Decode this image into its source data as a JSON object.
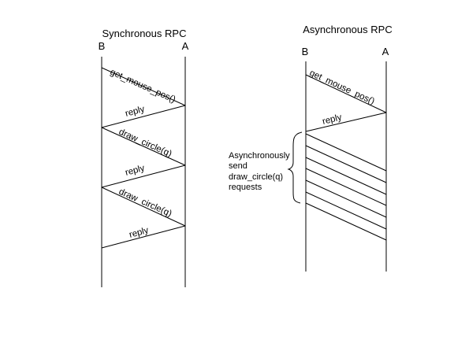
{
  "sync": {
    "title": "Synchronous RPC",
    "label_b": "B",
    "label_a": "A",
    "messages": [
      "get_mouse_pos()",
      "reply",
      "draw_circle(q)",
      "reply",
      "draw_circle(q)",
      "reply"
    ]
  },
  "async": {
    "title": "Asynchronous RPC",
    "label_b": "B",
    "label_a": "A",
    "messages": [
      "get_mouse_pos()",
      "reply"
    ],
    "annotation": [
      "Asynchronously",
      "send",
      "draw_circle(q)",
      "requests"
    ]
  }
}
